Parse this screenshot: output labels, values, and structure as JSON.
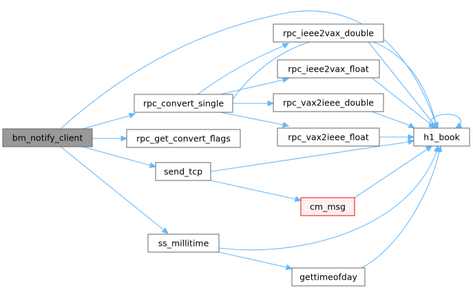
{
  "graph": {
    "colors": {
      "edge": "#63b8ff",
      "node_fill": "#ffffff",
      "node_border": "#666666",
      "root_fill": "#999999",
      "root_border": "#666666",
      "error_fill": "#fff0f0",
      "error_border": "#ff0000"
    },
    "nodes": {
      "bm_notify_client": "bm_notify_client",
      "rpc_convert_single": "rpc_convert_single",
      "rpc_get_convert_flags": "rpc_get_convert_flags",
      "send_tcp": "send_tcp",
      "ss_millitime": "ss_millitime",
      "rpc_ieee2vax_double": "rpc_ieee2vax_double",
      "rpc_ieee2vax_float": "rpc_ieee2vax_float",
      "rpc_vax2ieee_double": "rpc_vax2ieee_double",
      "rpc_vax2ieee_float": "rpc_vax2ieee_float",
      "cm_msg": "cm_msg",
      "gettimeofday": "gettimeofday",
      "h1_book": "h1_book"
    }
  }
}
